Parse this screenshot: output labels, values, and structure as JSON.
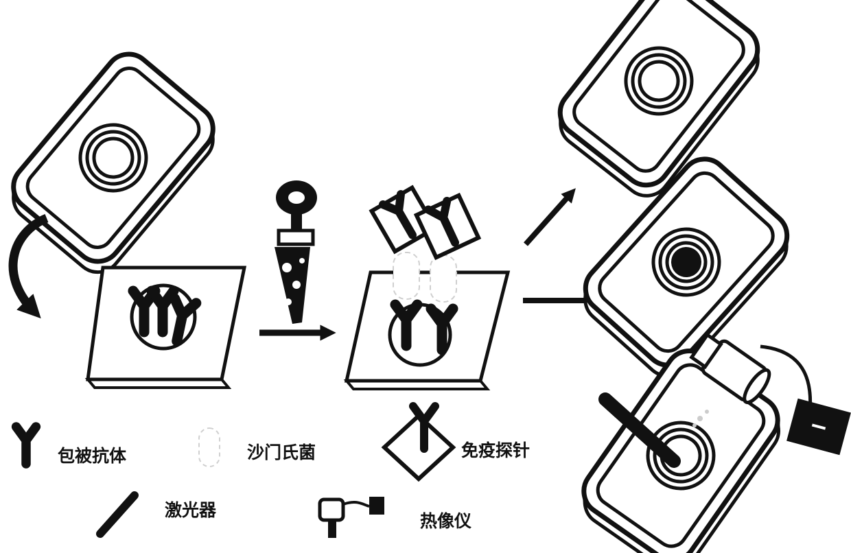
{
  "legend": {
    "coating_antibody": "包被抗体",
    "salmonella": "沙门氏菌",
    "immune_probe": "免疫探针",
    "laser": "激光器",
    "thermal_imager": "热像仪"
  },
  "colors": {
    "ink": "#111111",
    "background": "#ffffff"
  }
}
